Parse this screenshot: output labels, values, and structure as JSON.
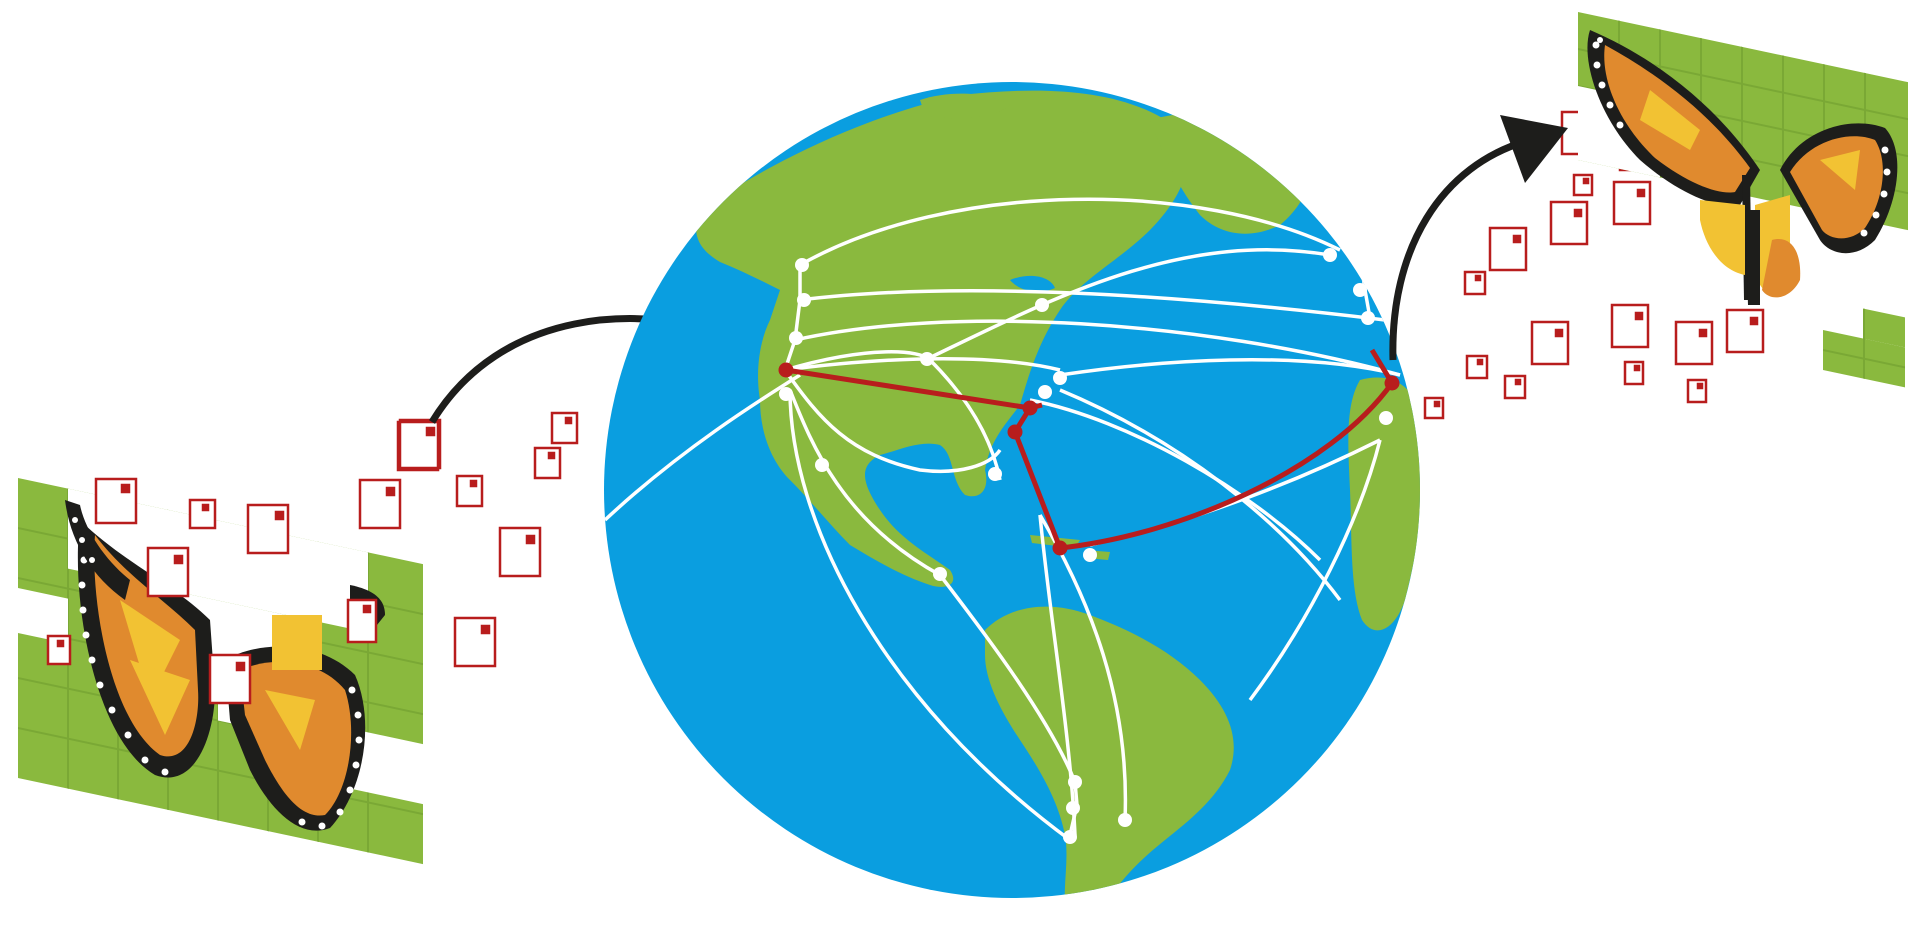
{
  "figure": {
    "description_text": "",
    "colors": {
      "ocean": "#0a9ee0",
      "land": "#8ab93e",
      "network_line": "#ffffff",
      "highlight_route": "#b81d1d",
      "arrow": "#1d1d1b",
      "packet_outline": "#b81d1d",
      "tile_green": "#8ab93e",
      "tile_green_dark": "#7aa835",
      "wing_orange": "#e08a2e",
      "wing_yellow": "#f2c233",
      "wing_black": "#1d1d1b"
    },
    "icons": {
      "source_image": "butterfly-image-tiles",
      "destination_image": "butterfly-image-tiles",
      "transport": "globe-network",
      "packets": "data-packet"
    }
  }
}
